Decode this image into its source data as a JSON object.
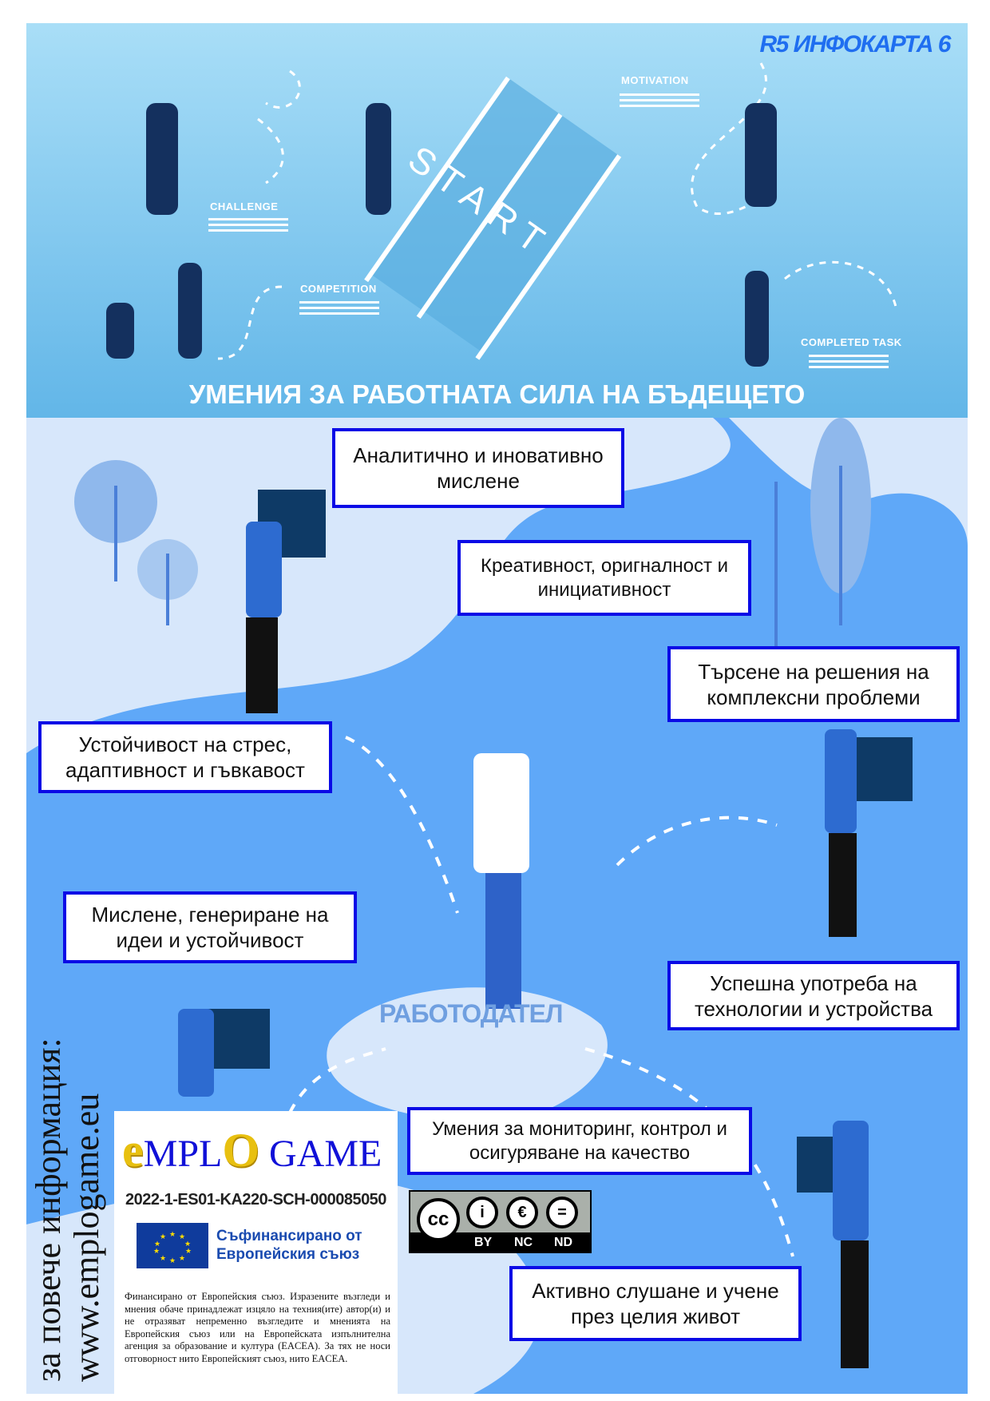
{
  "banner": {
    "reference": "R5 ИНФОКАРТА 6",
    "title": "УМЕНИЯ ЗА РАБОТНАТА СИЛА НА БЪДЕЩЕТО",
    "labels": {
      "challenge": "CHALLENGE",
      "motivation": "MOTIVATION",
      "competition": "COMPETITION",
      "completed": "COMPLETED TASK",
      "start": "START"
    }
  },
  "skills": [
    "Аналитично и иновативно мислене",
    "Креативност, оригналност и инициативност",
    "Търсене на решения на комплексни проблеми",
    "Устойчивост на стрес, адаптивност и гъвкавост",
    "Мислене, генериране на идеи и устойчивост",
    "Успешна употреба на технологии и устройства",
    "Умения за мониторинг, контрол и осигуряване на качество",
    "Активно слушане и учене през целия живот"
  ],
  "center_label": "РАБОТОДАТЕЛ",
  "side": {
    "line1": "за повече информация:",
    "line2": "www.emplogame.eu"
  },
  "panel": {
    "logo_text": "EMPLOGAME",
    "project_code": "2022-1-ES01-KA220-SCH-000085050",
    "eu_funding": "Съфинансирано от Европейския съюз",
    "disclaimer": "Финансирано от Европейския съюз. Изразените възгледи и мнения обаче принадлежат изцяло на техния(ите) автор(и) и не отразяват непременно възгледите и мненията на Европейския съюз или на Европейската изпълнителна агенция за образование и култура (EACEA). За тях не носи отговорност нито Европейският съюз, нито EACEA."
  },
  "license": {
    "by": "BY",
    "nc": "NC",
    "nd": "ND",
    "cc": "cc"
  },
  "colors": {
    "box_border": "#0a0ae6",
    "river": "#5fa8f8",
    "bg": "#d7e7fb"
  }
}
